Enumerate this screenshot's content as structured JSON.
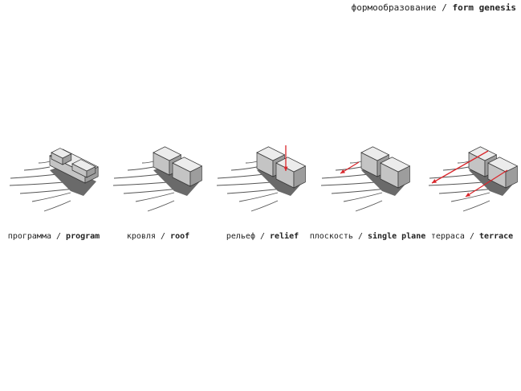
{
  "title": {
    "ru": "формообразование",
    "sep": " / ",
    "en": "form genesis"
  },
  "panels": [
    {
      "ru": "программа",
      "en": "program",
      "arrows": "none"
    },
    {
      "ru": "кровля",
      "en": "roof",
      "arrows": "none"
    },
    {
      "ru": "рельеф",
      "en": "relief",
      "arrows": "down"
    },
    {
      "ru": "плоскость",
      "en": "single plane",
      "arrows": "plane"
    },
    {
      "ru": "терраса",
      "en": "terrace",
      "arrows": "terrace"
    }
  ],
  "sep": " / ",
  "colors": {
    "accent": "#d9262b",
    "top": "#ececec",
    "front": "#c4c4c4",
    "side": "#9d9d9d",
    "shadow": "#6a6a6a",
    "line": "#555555"
  }
}
